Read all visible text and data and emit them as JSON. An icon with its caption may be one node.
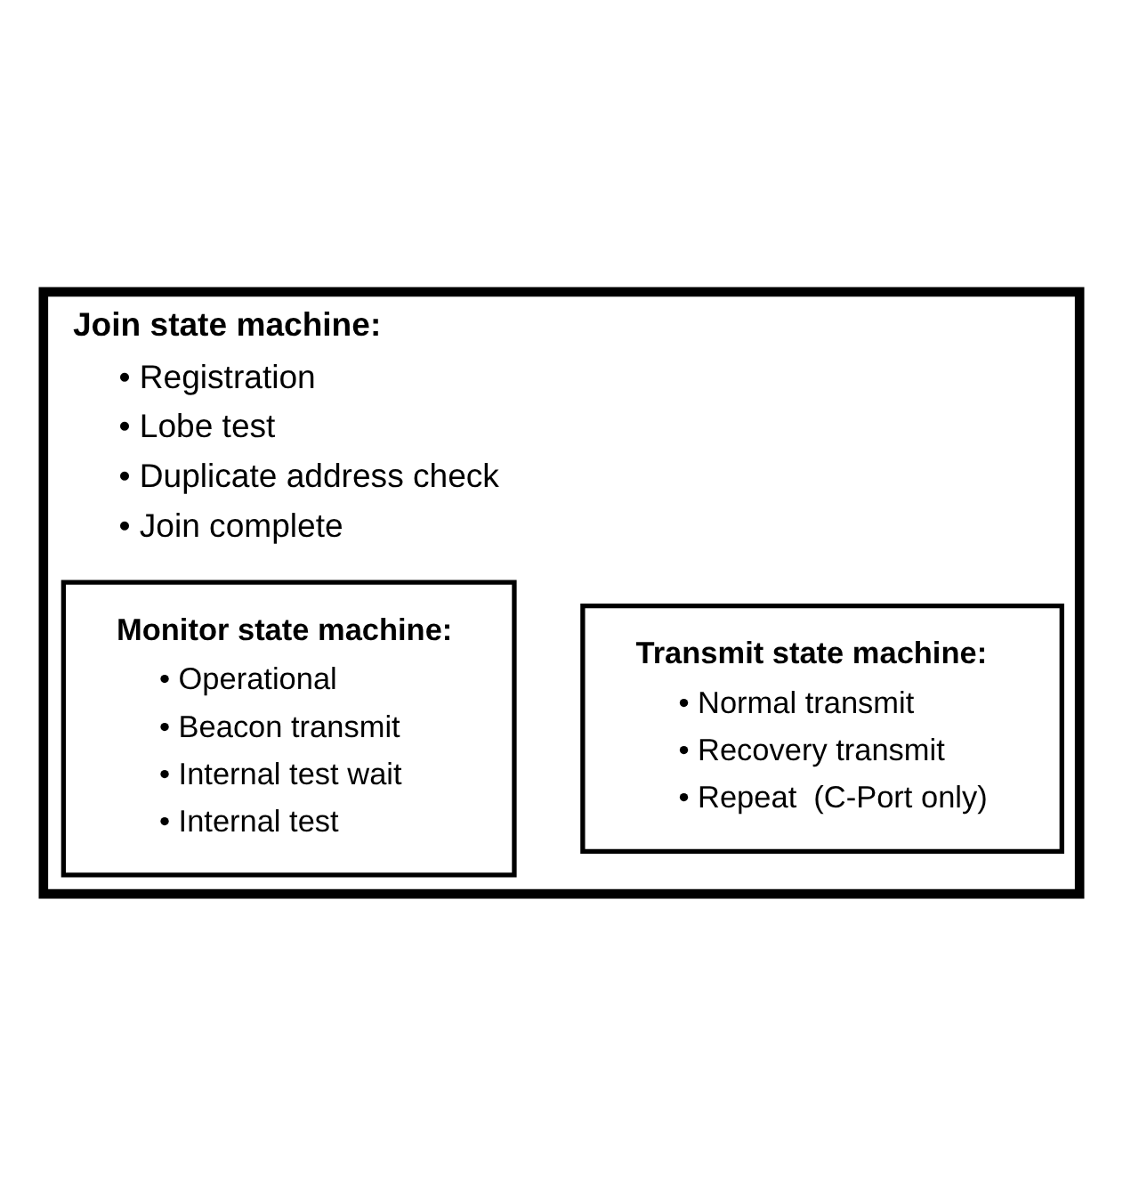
{
  "diagram": {
    "nodes": [
      {
        "text": [
          "Join state machine:",
          "• Registration",
          "• Lobe test",
          "• Duplicate address check",
          "• Join complete"
        ]
      },
      {
        "text": [
          "Transmit state machine:",
          "• Normal transmit",
          "• Recovery transmit",
          "• Repeat  (C-Port only)"
        ],
        "in": 0
      },
      {
        "text": [
          "Monitor state machine:",
          "• Operational",
          "• Beacon transmit",
          "• Internal test wait",
          "• Internal test"
        ],
        "in": 0
      }
    ],
    "edges": []
  }
}
